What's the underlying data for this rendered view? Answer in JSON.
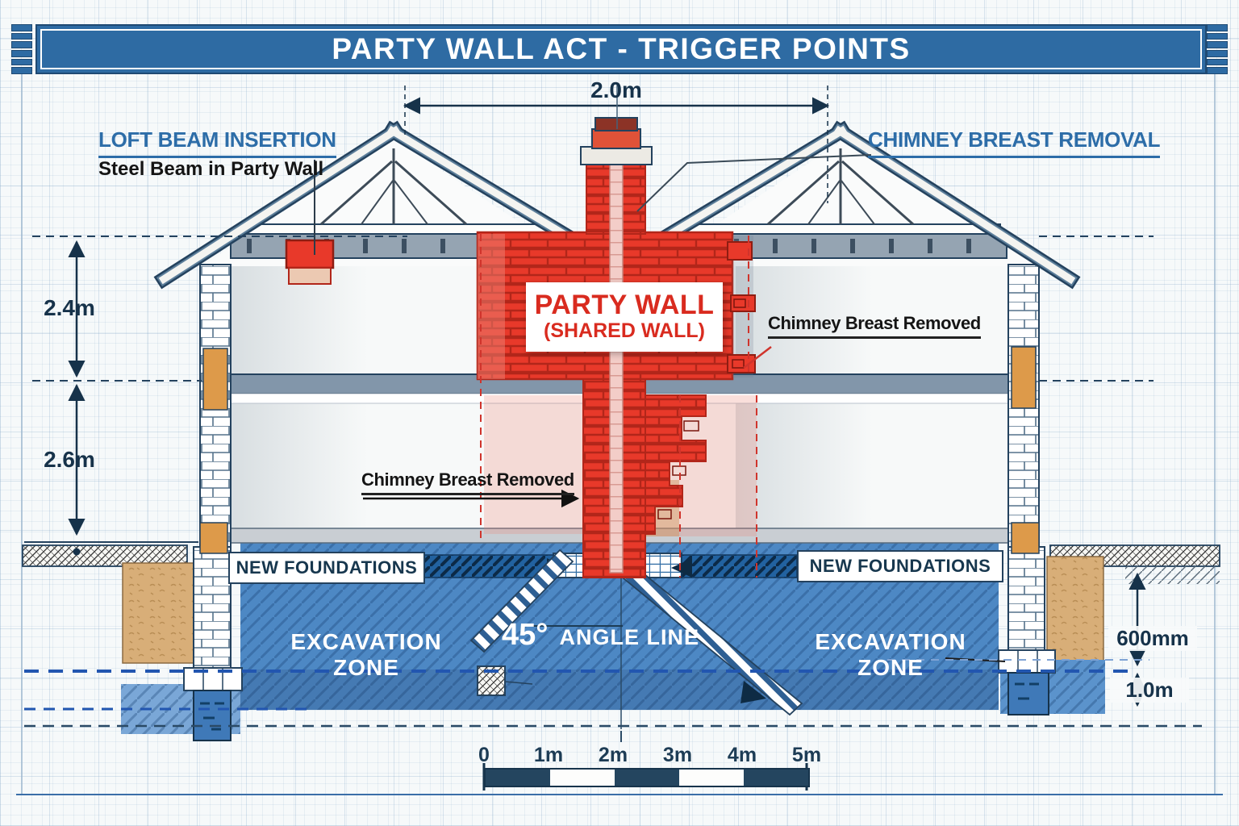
{
  "title": "PARTY WALL ACT - TRIGGER POINTS",
  "annotations": {
    "loft_beam": {
      "title": "LOFT BEAM INSERTION",
      "subtitle": "Steel Beam in Party Wall"
    },
    "chimney_breast_removal_title": "CHIMNEY BREAST REMOVAL",
    "party_wall": {
      "line1": "PARTY WALL",
      "line2": "(SHARED WALL)"
    },
    "chimney_removed_upper": "Chimney Breast Removed",
    "chimney_removed_lower": "Chimney Breast Removed",
    "new_foundations_left": "NEW FOUNDATIONS",
    "new_foundations_right": "NEW FOUNDATIONS",
    "excavation_left": "EXCAVATION ZONE",
    "excavation_right": "EXCAVATION ZONE",
    "angle": {
      "value": "45°",
      "label": "ANGLE LINE"
    }
  },
  "dimensions": {
    "party_wall_notice_width": "2.0m",
    "first_floor_height": "2.4m",
    "ground_floor_height": "2.6m",
    "foundation_depth": "600mm",
    "excavation_depth": "1.0m"
  },
  "scale_bar": {
    "ticks": [
      "0",
      "1m",
      "2m",
      "3m",
      "4m",
      "5m"
    ]
  },
  "colors": {
    "banner_blue": "#2e6ba3",
    "heading_blue": "#2d6da8",
    "dimension_navy": "#16324a",
    "party_wall_red": "#e8392a",
    "label_red": "#d92b1f",
    "excavation_blue": "#4d88c4",
    "soil_tan": "#d8ae78",
    "outline_navy": "#24425e",
    "scale_dark": "#24455f"
  }
}
